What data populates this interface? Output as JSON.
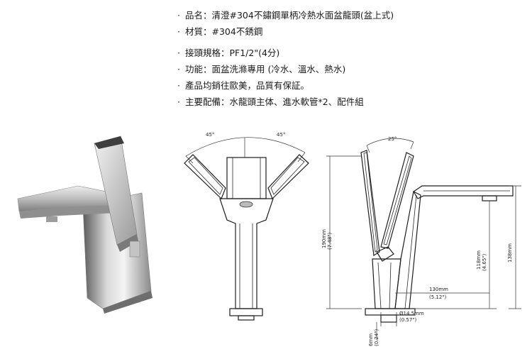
{
  "specs": {
    "bullet": "·",
    "items": [
      "品名：清澄#304不鏽鋼單柄冷熱水面盆龍頭(盆上式)",
      "材質：#304不銹鋼",
      "接頭規格：PF1/2\"(4分)",
      "功能：面盆洗滌專用 (冷水、溫水、熱水)",
      "產品均銷往歐美，品質有保証。",
      "主要配備：水龍頭主体、進水軟管*2、配件組"
    ]
  },
  "front_drawing": {
    "angle_left": "45°",
    "angle_right": "45°"
  },
  "side_drawing": {
    "angle_top": "25°",
    "height_total": "190mm",
    "height_total_in": "(7.48\")",
    "spout_height": "118mm",
    "spout_height_in": "(4.65\")",
    "right_height": "138mm",
    "reach": "130mm",
    "reach_in": "(5.12\")",
    "diameter": "Ø14.5mm",
    "diameter_in": "(0.57\")",
    "thread": "6mm",
    "thread_in": "(0.24\")"
  }
}
